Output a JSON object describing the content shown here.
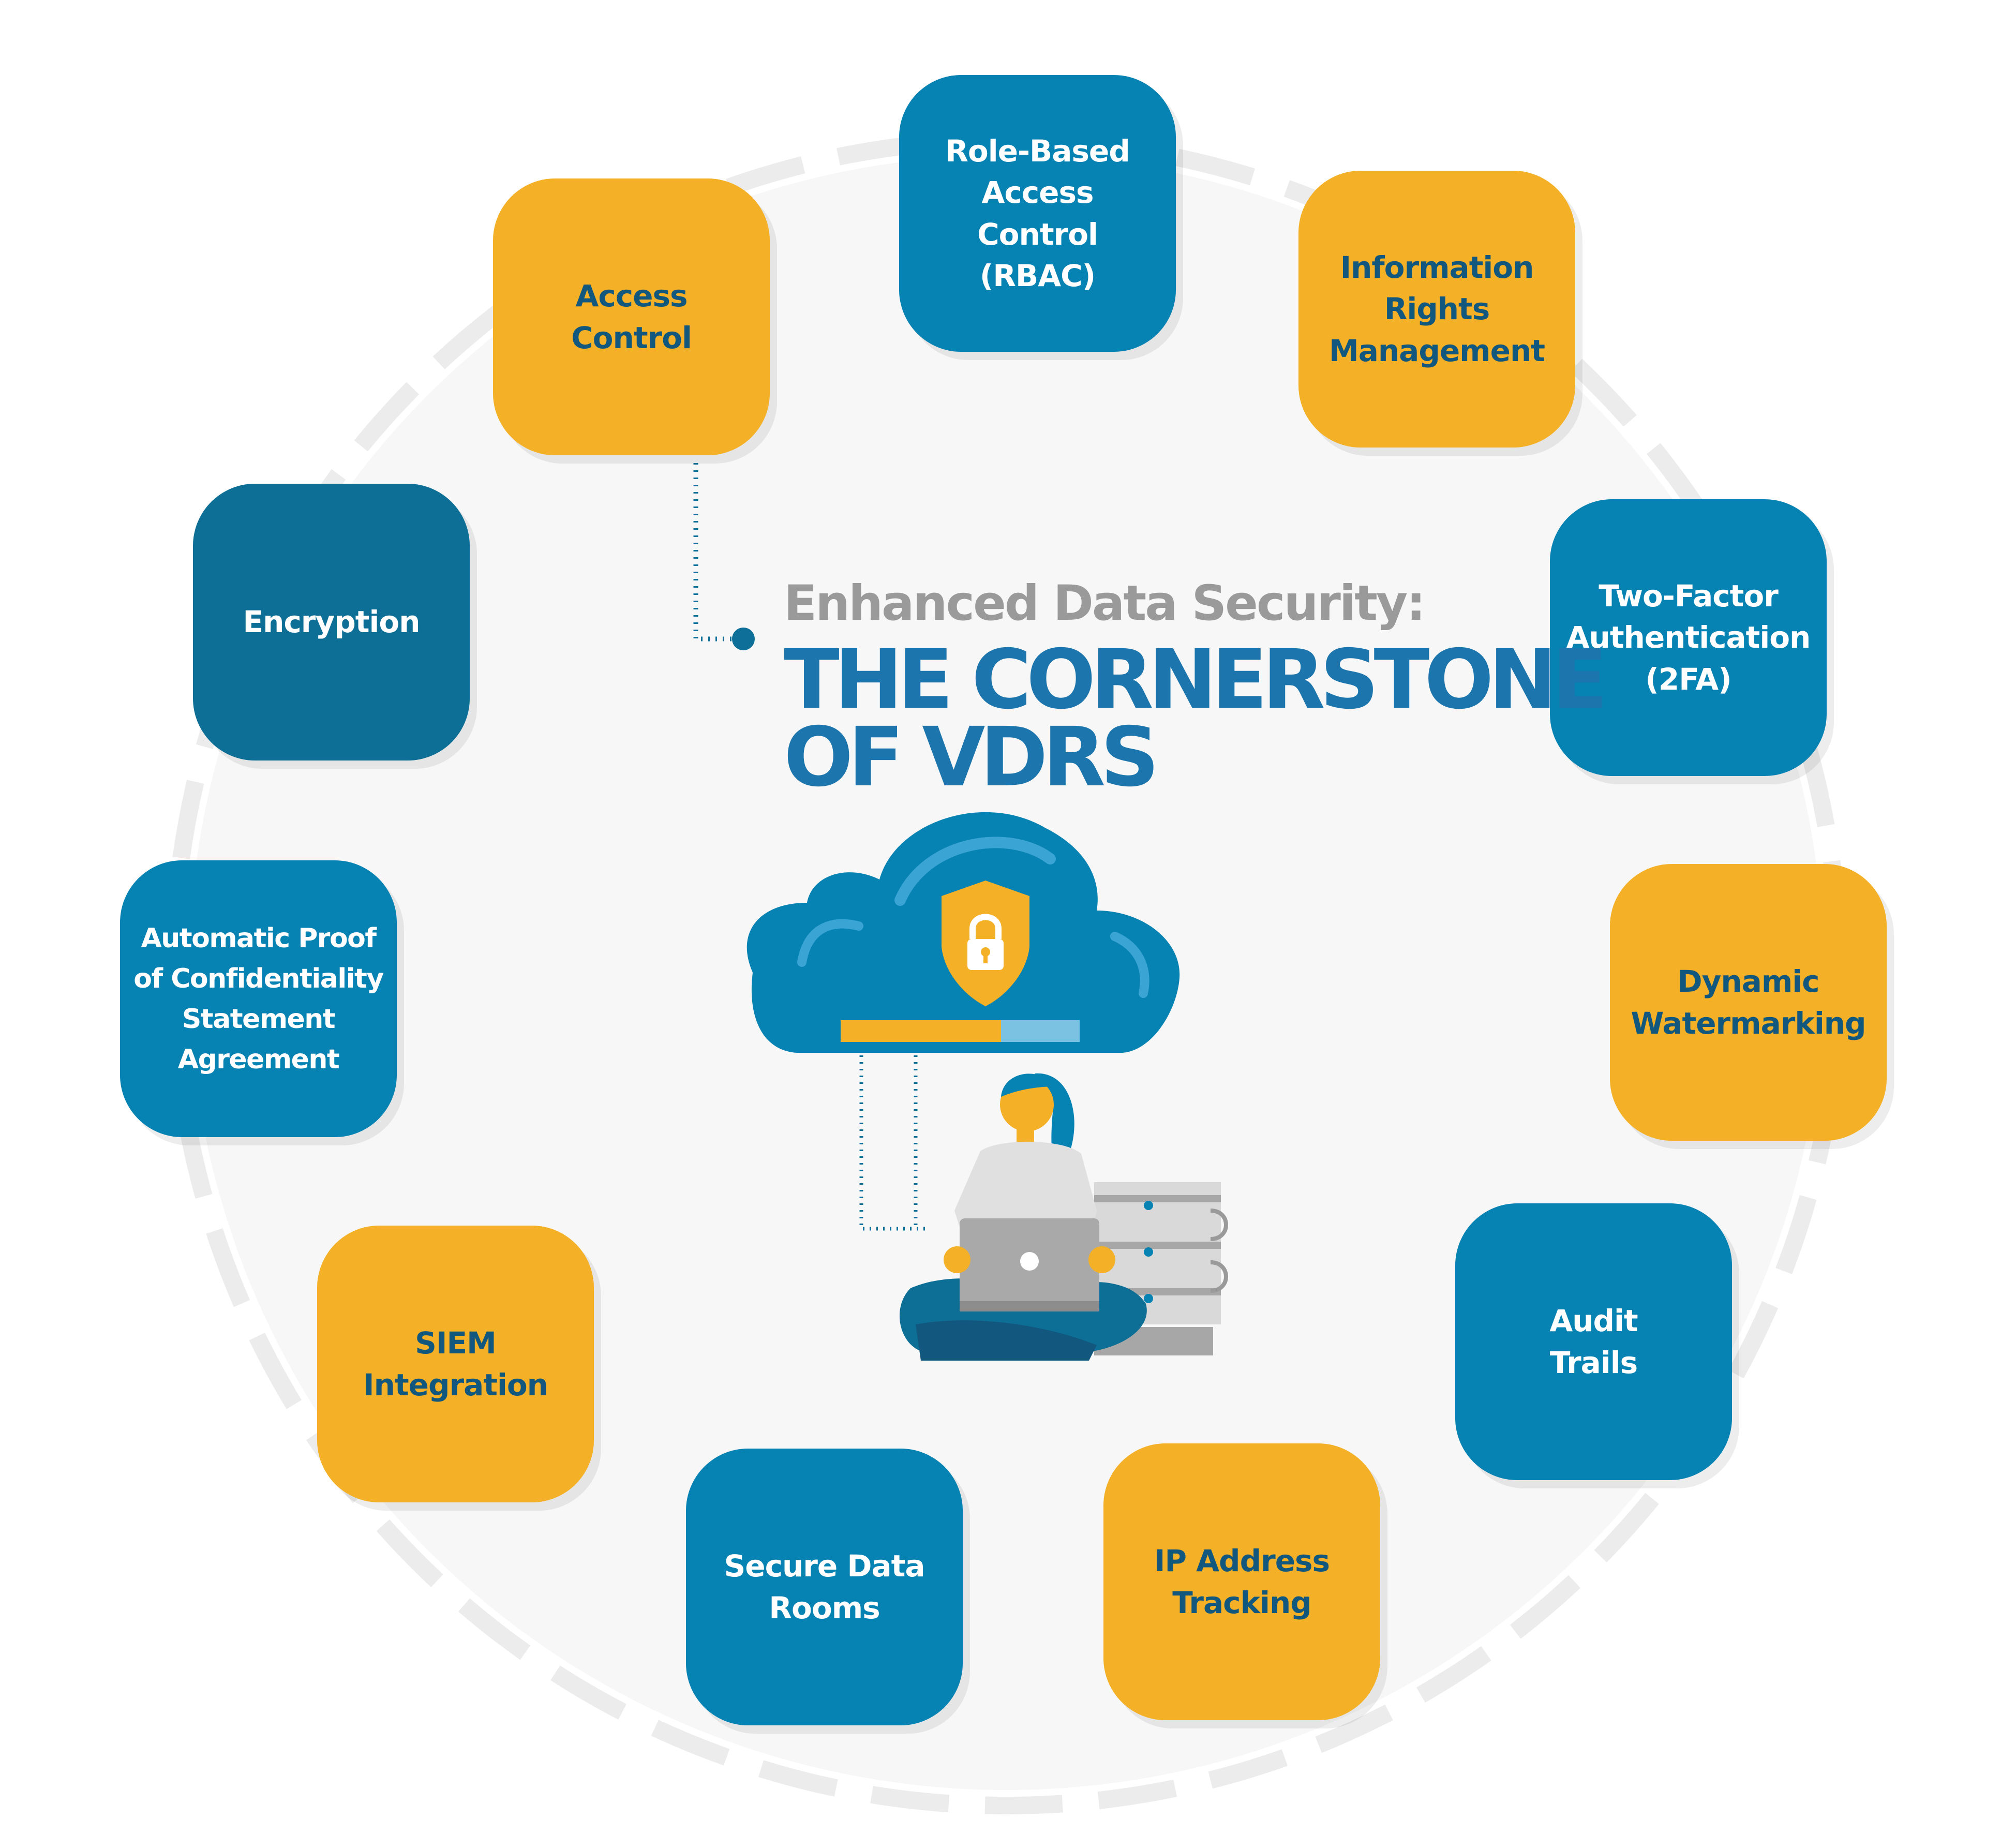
{
  "heading": {
    "subtitle": "Enhanced Data Security:",
    "title_line1": "THE CORNERSTONE",
    "title_line2": "OF VDRS"
  },
  "colors": {
    "yellow": "#f4b026",
    "blue": "#0682b3",
    "navy": "#0d6e96",
    "dark_text": "#12587e",
    "title": "#1c76ad",
    "subtitle": "#9a9a9a"
  },
  "features": [
    {
      "label": "Role-Based\nAccess\nControl\n(RBAC)",
      "color": "blue"
    },
    {
      "label": "Information\nRights\nManagement",
      "color": "yellow"
    },
    {
      "label": "Two-Factor\nAuthentication\n(2FA)",
      "color": "blue"
    },
    {
      "label": "Dynamic\nWatermarking",
      "color": "yellow"
    },
    {
      "label": "Audit\nTrails",
      "color": "blue"
    },
    {
      "label": "IP Address\nTracking",
      "color": "yellow"
    },
    {
      "label": "Secure Data\nRooms",
      "color": "blue"
    },
    {
      "label": "SIEM\nIntegration",
      "color": "yellow"
    },
    {
      "label": "Automatic Proof\nof Confidentiality\nStatement\nAgreement",
      "color": "blue"
    },
    {
      "label": "Encryption",
      "color": "navy"
    },
    {
      "label": "Access\nControl",
      "color": "yellow"
    }
  ],
  "illustration": {
    "cloud_icon": "cloud-icon",
    "shield_icon": "shield-lock-icon",
    "person_icon": "person-with-laptop-icon",
    "server_icon": "server-stack-icon",
    "progress": 0.67
  }
}
